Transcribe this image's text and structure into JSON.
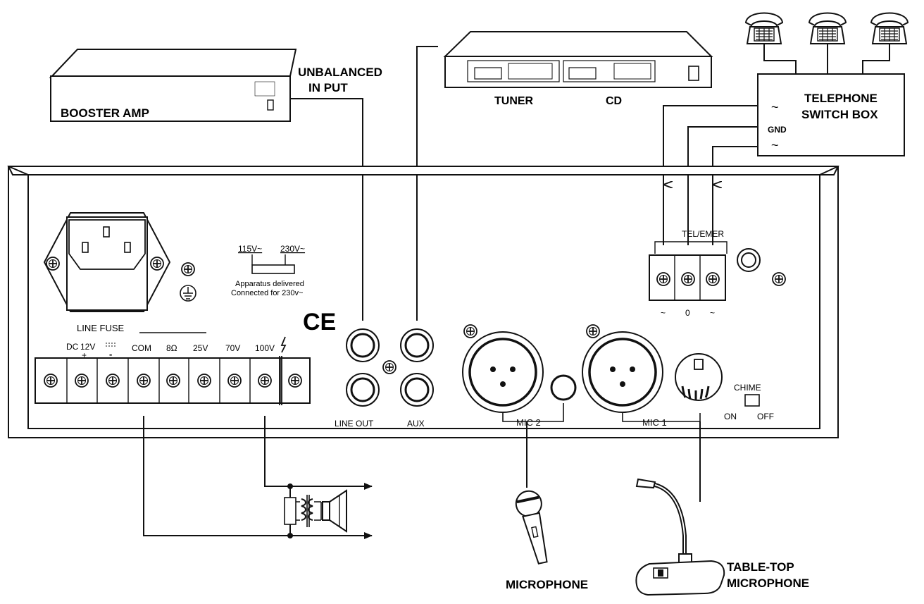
{
  "labels": {
    "booster_amp": "BOOSTER AMP",
    "unbalanced_1": "UNBALANCED",
    "unbalanced_2": "IN PUT",
    "tuner": "TUNER",
    "cd": "CD",
    "telephone_1": "TELEPHONE",
    "telephone_2": "SWITCH BOX",
    "gnd": "GND",
    "tel_emer": "TEL/EMER",
    "term_minus_left": "~",
    "term_zero": "0",
    "term_minus_right": "~",
    "v115": "115V~",
    "v230": "230V~",
    "apparatus_1": "Apparatus delivered",
    "apparatus_2": "Connected for 230v~",
    "ce_mark": "CE",
    "line_fuse": "LINE FUSE",
    "dc_top": "DC",
    "dc_12v": "12V",
    "plus": "+",
    "minus": "-",
    "com": "COM",
    "ohm8": "8Ω",
    "v25": "25V",
    "v70": "70V",
    "v100": "100V",
    "line_out": "LINE OUT",
    "aux": "AUX",
    "mic2": "MIC  2",
    "mic1": "MIC  1",
    "chime": "CHIME",
    "on": "ON",
    "off": "OFF",
    "microphone": "MICROPHONE",
    "tabletop_1": "TABLE-TOP",
    "tabletop_2": "MICROPHONE",
    "tilde_top": "~",
    "tilde_bottom": "~"
  },
  "icons": [
    "telephone-icon",
    "speaker-icon",
    "transformer-icon",
    "ground-icon",
    "screw-icon",
    "microphone-icon",
    "desk-microphone-icon"
  ]
}
